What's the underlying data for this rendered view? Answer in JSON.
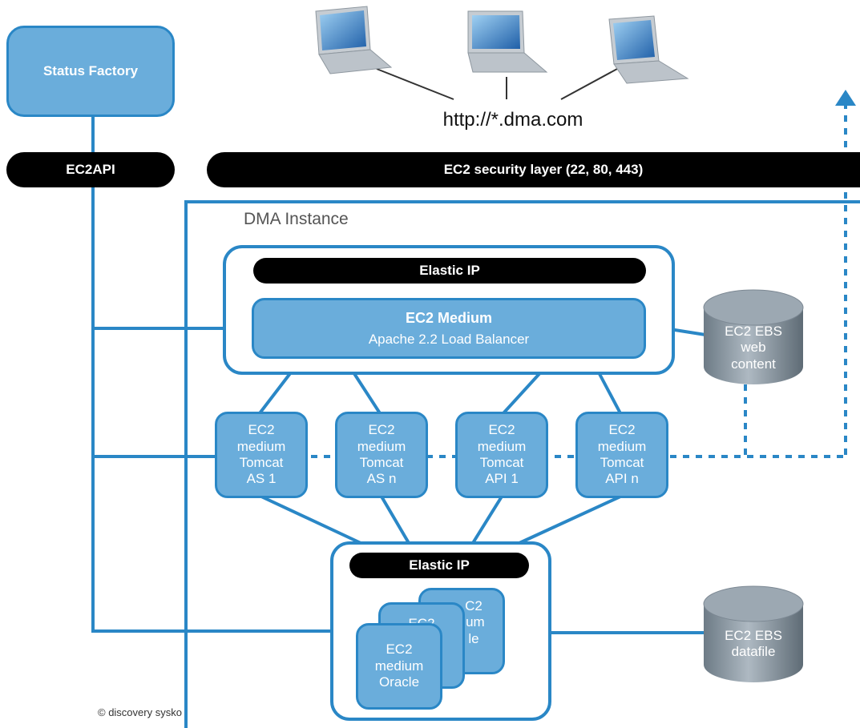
{
  "status_factory": "Status Factory",
  "ec2api": "EC2API",
  "security_layer": "EC2 security layer (22, 80, 443)",
  "url": "http://*.dma.com",
  "instance_label": "DMA Instance",
  "load_balancer": {
    "elastic_ip": "Elastic IP",
    "title": "EC2 Medium",
    "subtitle": "Apache 2.2 Load Balancer"
  },
  "ebs_web": {
    "line1": "EC2 EBS",
    "line2": "web",
    "line3": "content"
  },
  "tomcats": [
    {
      "l1": "EC2",
      "l2": "medium",
      "l3": "Tomcat",
      "l4": "AS 1"
    },
    {
      "l1": "EC2",
      "l2": "medium",
      "l3": "Tomcat",
      "l4": "AS n"
    },
    {
      "l1": "EC2",
      "l2": "medium",
      "l3": "Tomcat",
      "l4": "API 1"
    },
    {
      "l1": "EC2",
      "l2": "medium",
      "l3": "Tomcat",
      "l4": "API n"
    }
  ],
  "db": {
    "elastic_ip": "Elastic IP",
    "front": {
      "l1": "EC2",
      "l2": "medium",
      "l3": "Oracle"
    },
    "back_fragment": {
      "l1": "C2",
      "l2": "ium",
      "l3": "le"
    },
    "mid_fragment": "EC2"
  },
  "ebs_data": {
    "line1": "EC2 EBS",
    "line2": "datafile"
  },
  "copyright": "© discovery sysko",
  "colors": {
    "blue": "#2a87c6",
    "node_fill": "#6aaddb",
    "black": "#000000",
    "cylinder": "#8c99a4"
  }
}
